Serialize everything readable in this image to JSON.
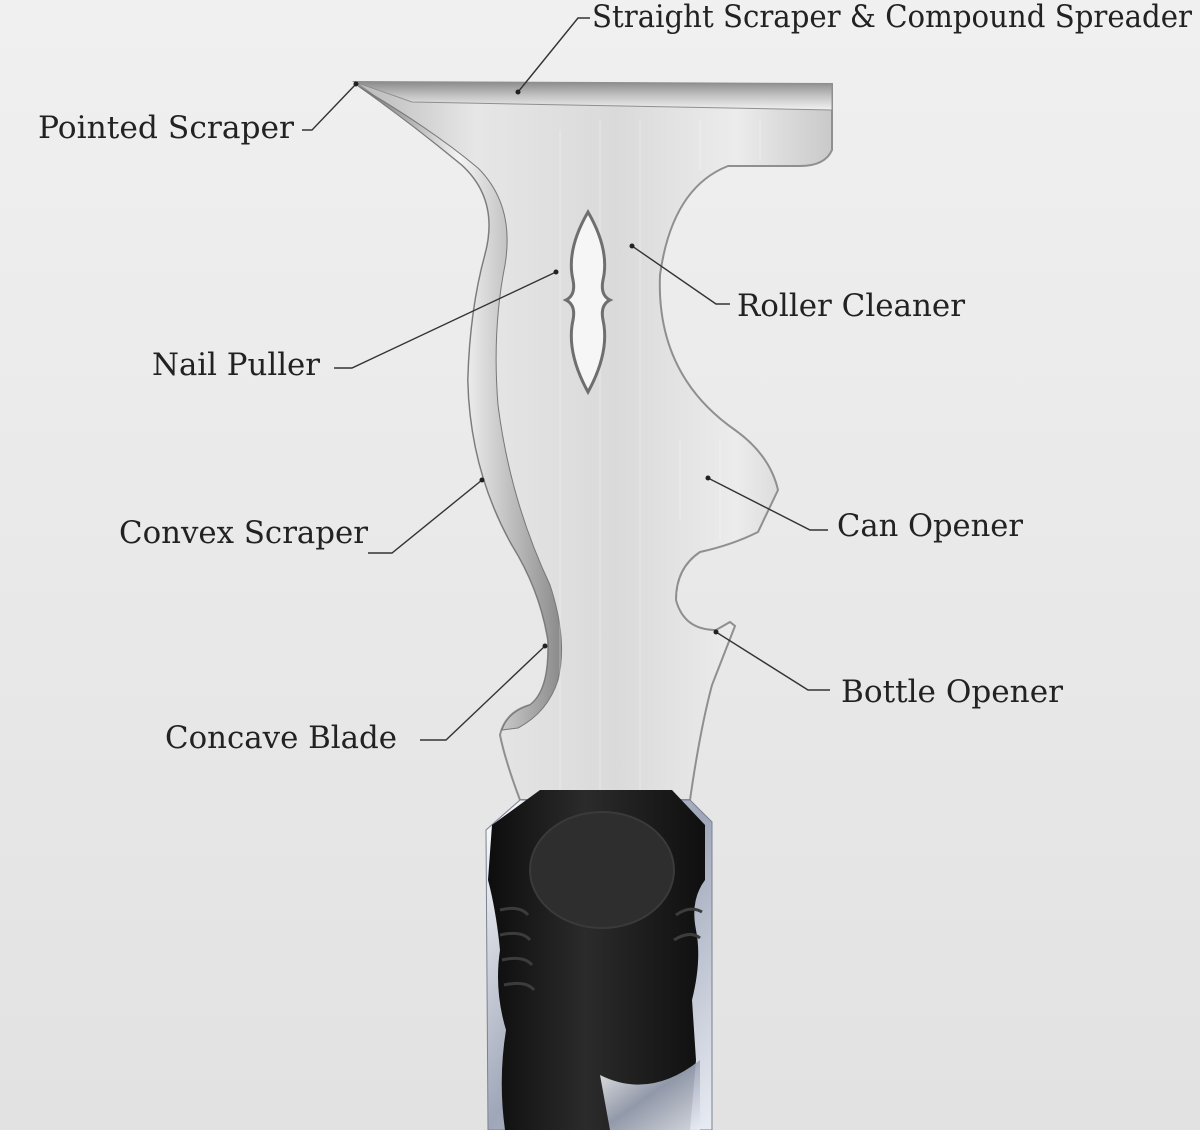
{
  "callouts": [
    {
      "id": "straight-scraper",
      "label": "Straight Scraper & Compound Spreader"
    },
    {
      "id": "pointed-scraper",
      "label": "Pointed Scraper"
    },
    {
      "id": "roller-cleaner",
      "label": "Roller Cleaner"
    },
    {
      "id": "nail-puller",
      "label": "Nail Puller"
    },
    {
      "id": "convex-scraper",
      "label": "Convex Scraper"
    },
    {
      "id": "can-opener",
      "label": "Can Opener"
    },
    {
      "id": "bottle-opener",
      "label": "Bottle Opener"
    },
    {
      "id": "concave-blade",
      "label": "Concave Blade"
    }
  ],
  "colors": {
    "background": "#eeeeee",
    "blade_steel": "#d9d9d9",
    "handle_black": "#1c1c1c",
    "text": "#222222"
  }
}
